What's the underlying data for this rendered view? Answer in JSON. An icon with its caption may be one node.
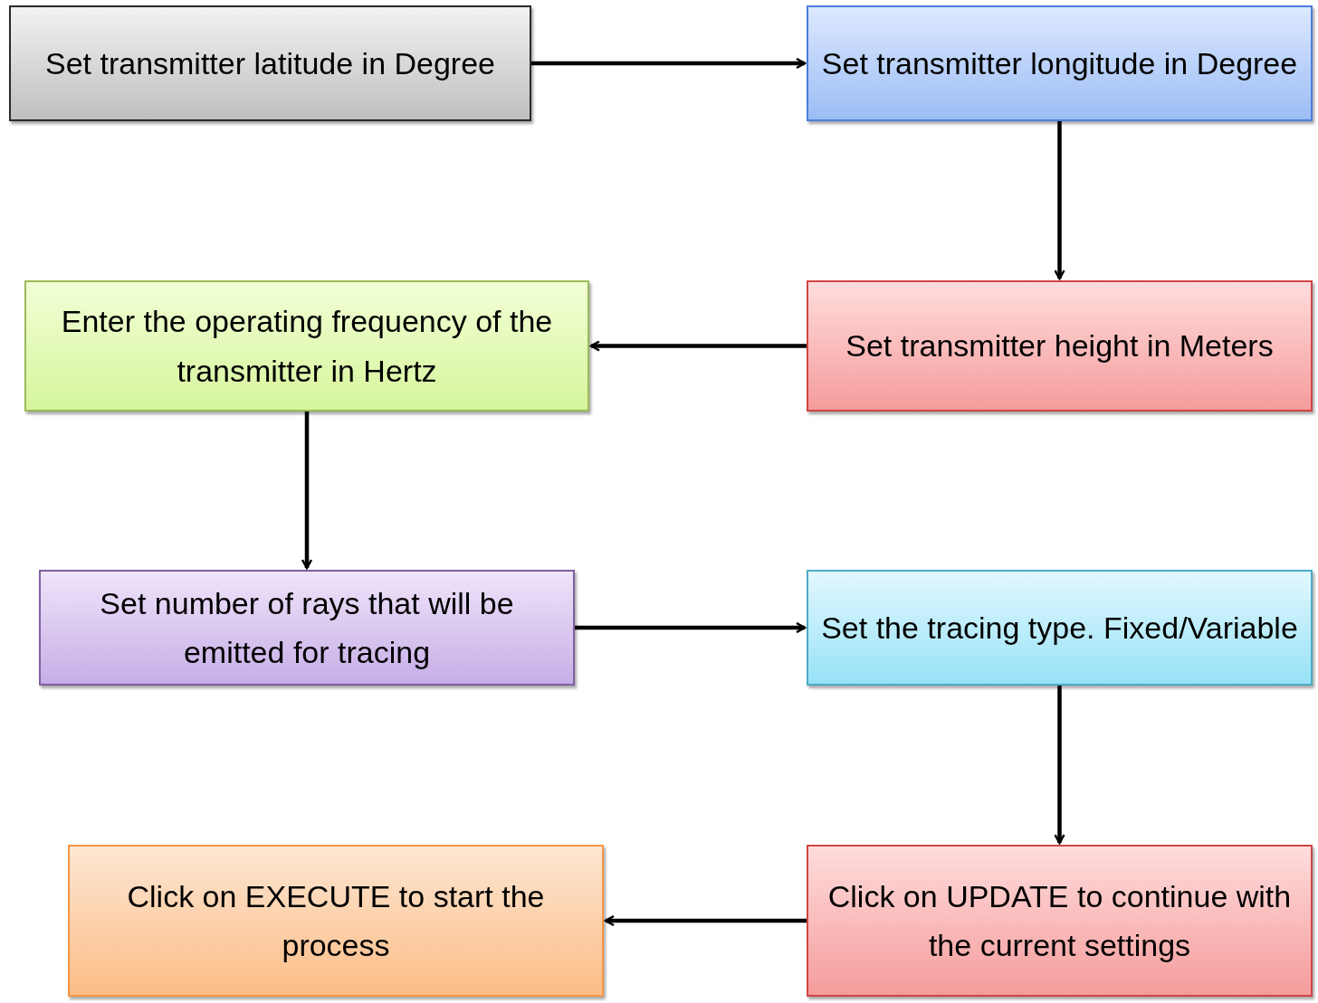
{
  "diagram": {
    "nodes": [
      {
        "text": [
          "Set transmitter latitude in Degree"
        ]
      },
      {
        "text": [
          "Set transmitter longitude in Degree"
        ]
      },
      {
        "text": [
          "Set transmitter height in Meters"
        ]
      },
      {
        "text": [
          "Enter the operating frequency of the transmitter in Hertz"
        ]
      },
      {
        "text": [
          "Set number of rays that will be emitted for tracing"
        ]
      },
      {
        "text": [
          "Set the tracing type. Fixed/Variable"
        ]
      },
      {
        "text": [
          "Click on UPDATE to continue with the current settings"
        ]
      },
      {
        "text": [
          "Click on EXECUTE to start the process"
        ]
      }
    ],
    "edges": [
      {
        "from": 0,
        "to": 1,
        "arrow": "to"
      },
      {
        "from": 1,
        "to": 2,
        "arrow": "to"
      },
      {
        "from": 2,
        "to": 3,
        "arrow": "to"
      },
      {
        "from": 3,
        "to": 4,
        "arrow": "to"
      },
      {
        "from": 4,
        "to": 5,
        "arrow": "to"
      },
      {
        "from": 5,
        "to": 6,
        "arrow": "to"
      },
      {
        "from": 6,
        "to": 7,
        "arrow": "to"
      }
    ]
  }
}
